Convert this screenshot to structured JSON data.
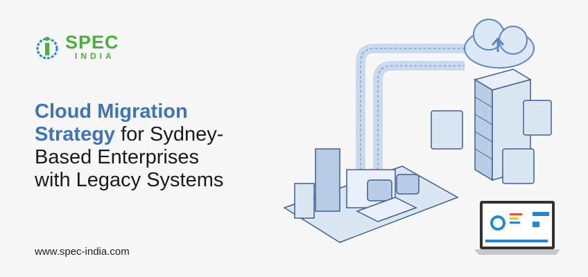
{
  "brand": {
    "name": "SPEC",
    "sub": "INDIA",
    "colors": {
      "green": "#4caf3d",
      "blue": "#1e88d6"
    }
  },
  "headline": {
    "highlight_1": "Cloud Migration",
    "highlight_2": "Strategy",
    "rest_1": " for Sydney-",
    "rest_2": "Based Enterprises",
    "rest_3": "with Legacy Systems",
    "accent_color": "#3e74b9"
  },
  "website": "www.spec-india.com"
}
